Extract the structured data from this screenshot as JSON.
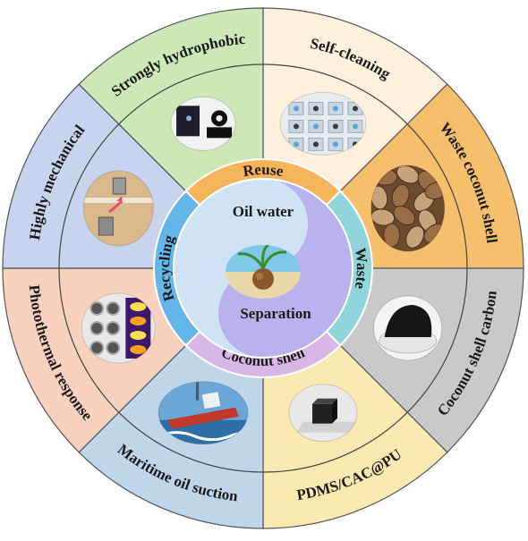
{
  "center": {
    "top_label": "Oil water",
    "bottom_label": "Separation",
    "image": "coconut-icon",
    "colors": {
      "blue": "#cfe3f5",
      "purple": "#b9b2ee"
    }
  },
  "inner_ring": [
    {
      "label": "Reuse",
      "color": "#f5b45a"
    },
    {
      "label": "Waste",
      "color": "#8fd5db"
    },
    {
      "label": "Coconut shell",
      "color": "#d9b6e6"
    },
    {
      "label": "Recycling",
      "color": "#64b6e8"
    }
  ],
  "outer_segments": [
    {
      "label": "Self-cleaning",
      "color": "#fdf0dd",
      "image": "droplet-tests-photo"
    },
    {
      "label": "Waste coconut shell",
      "color": "#f5bf6c",
      "image": "coconut-shells-photo"
    },
    {
      "label": "Coconut shell carbon",
      "color": "#c9c9c9",
      "image": "carbon-powder-photo"
    },
    {
      "label": "PDMS/CAC@PU",
      "color": "#faeab2",
      "image": "black-sponge-cube-photo"
    },
    {
      "label": "Maritime oil suction",
      "color": "#bfd5ea",
      "image": "oil-tanker-photo"
    },
    {
      "label": "Photothermal response",
      "color": "#f8d2be",
      "image": "thermal-images-photo"
    },
    {
      "label": "Highly mechanical",
      "color": "#c8d4ee",
      "image": "compression-test-photo"
    },
    {
      "label": "Strongly hydrophobic",
      "color": "#cde8b6",
      "image": "water-droplet-sponge-photo"
    }
  ]
}
